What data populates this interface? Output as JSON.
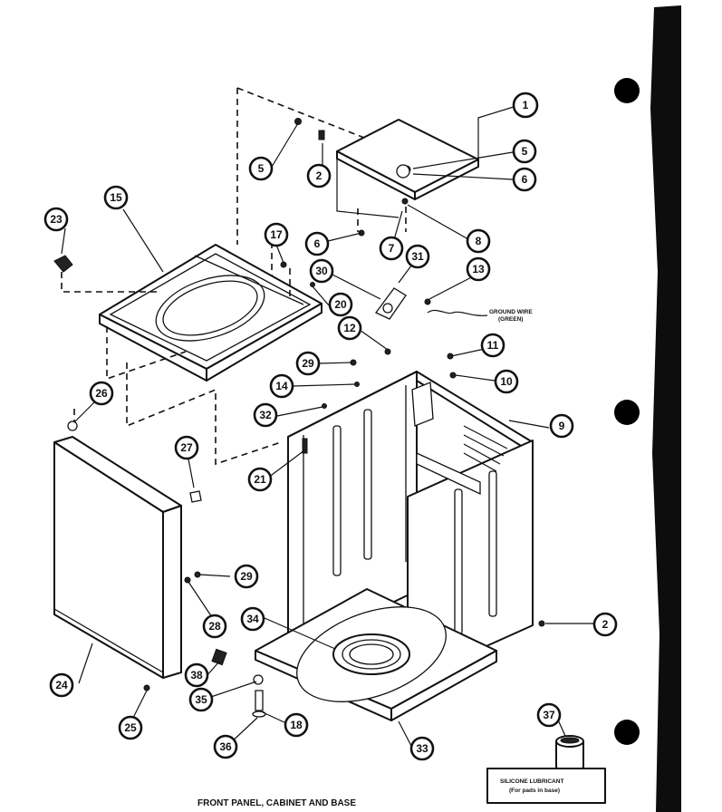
{
  "diagram": {
    "title": "FRONT PANEL, CABINET AND BASE",
    "ground_wire_label": [
      "GROUND WIRE",
      "(GREEN)"
    ],
    "lubricant_label": [
      "SILICONE LUBRICANT",
      "(For pads in base)"
    ],
    "callouts": [
      "1",
      "5",
      "6",
      "2",
      "5",
      "8",
      "7",
      "6",
      "15",
      "17",
      "23",
      "30",
      "31",
      "13",
      "20",
      "12",
      "11",
      "29",
      "14",
      "10",
      "32",
      "9",
      "26",
      "27",
      "21",
      "29",
      "28",
      "2",
      "38",
      "34",
      "35",
      "18",
      "24",
      "25",
      "36",
      "33",
      "37"
    ]
  }
}
